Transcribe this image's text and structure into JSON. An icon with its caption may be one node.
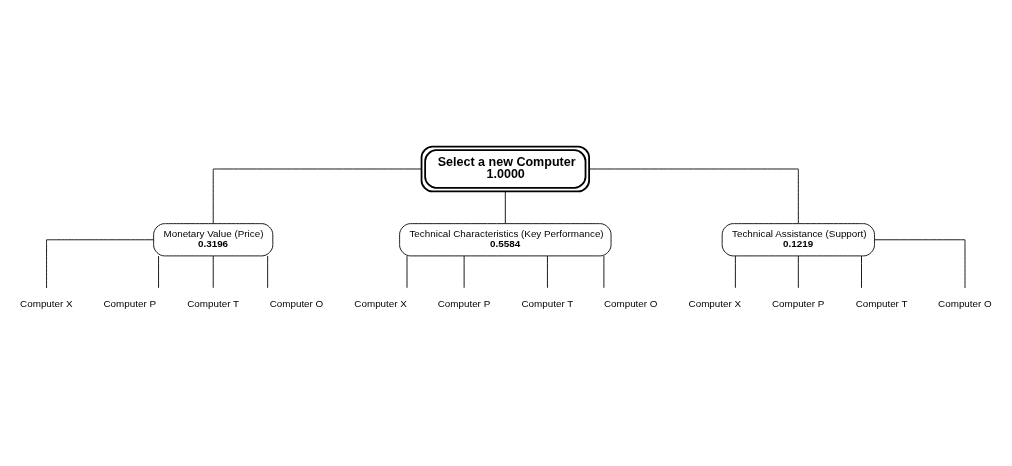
{
  "diagram": {
    "nodes": [
      {
        "text": [
          "Select a new Computer",
          "1.0000"
        ]
      },
      {
        "text": [
          "Monetary Value (Price)",
          "0.3196"
        ]
      },
      {
        "text": [
          "Technical Characteristics (Key Performance)",
          "0.5584"
        ]
      },
      {
        "text": [
          "Technical Assistance (Support)",
          "0.1219"
        ]
      },
      {
        "text": [
          "Computer X"
        ]
      },
      {
        "text": [
          "Computer P"
        ]
      },
      {
        "text": [
          "Computer T"
        ]
      },
      {
        "text": [
          "Computer O"
        ]
      },
      {
        "text": [
          "Computer X"
        ]
      },
      {
        "text": [
          "Computer P"
        ]
      },
      {
        "text": [
          "Computer T"
        ]
      },
      {
        "text": [
          "Computer O"
        ]
      },
      {
        "text": [
          "Computer X"
        ]
      },
      {
        "text": [
          "Computer P"
        ]
      },
      {
        "text": [
          "Computer T"
        ]
      },
      {
        "text": [
          "Computer O"
        ]
      }
    ],
    "edges": [
      {
        "from": 0,
        "to": 1,
        "arrow": "none"
      },
      {
        "from": 0,
        "to": 2,
        "arrow": "none"
      },
      {
        "from": 0,
        "to": 3,
        "arrow": "none"
      },
      {
        "from": 1,
        "to": 4,
        "arrow": "none"
      },
      {
        "from": 1,
        "to": 5,
        "arrow": "none"
      },
      {
        "from": 1,
        "to": 6,
        "arrow": "none"
      },
      {
        "from": 1,
        "to": 7,
        "arrow": "none"
      },
      {
        "from": 2,
        "to": 8,
        "arrow": "none"
      },
      {
        "from": 2,
        "to": 9,
        "arrow": "none"
      },
      {
        "from": 2,
        "to": 10,
        "arrow": "none"
      },
      {
        "from": 2,
        "to": 11,
        "arrow": "none"
      },
      {
        "from": 3,
        "to": 12,
        "arrow": "none"
      },
      {
        "from": 3,
        "to": 13,
        "arrow": "none"
      },
      {
        "from": 3,
        "to": 14,
        "arrow": "none"
      },
      {
        "from": 3,
        "to": 15,
        "arrow": "none"
      }
    ]
  }
}
